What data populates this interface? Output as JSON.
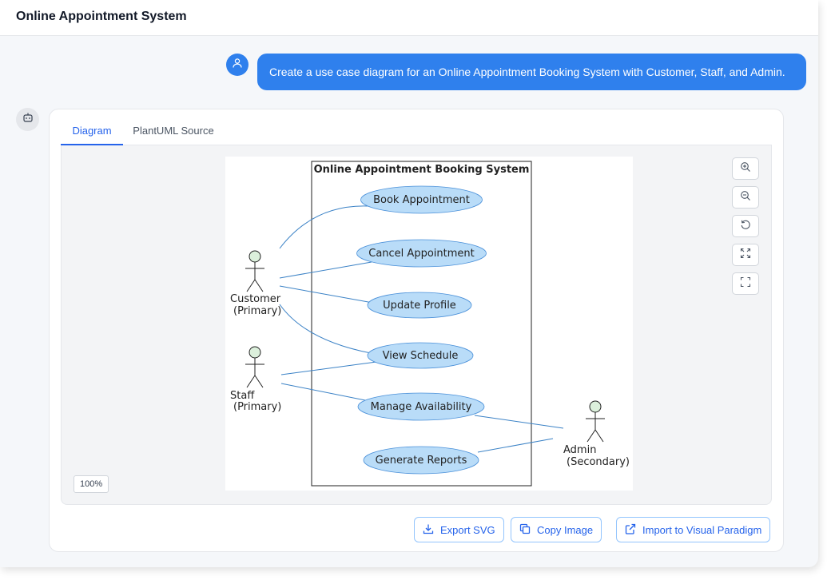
{
  "app": {
    "title": "Online Appointment System"
  },
  "user_message": {
    "text": "Create a use case diagram for an Online Appointment Booking System with Customer, Staff, and Admin."
  },
  "tabs": [
    {
      "label": "Diagram",
      "active": true
    },
    {
      "label": "PlantUML Source",
      "active": false
    }
  ],
  "diagram": {
    "system_title": "Online Appointment Booking System",
    "use_cases": [
      "Book Appointment",
      "Cancel Appointment",
      "Update Profile",
      "View Schedule",
      "Manage Availability",
      "Generate Reports"
    ],
    "actors": [
      {
        "name": "Customer",
        "role": "(Primary)"
      },
      {
        "name": "Staff",
        "role": "(Primary)"
      },
      {
        "name": "Admin",
        "role": "(Secondary)"
      }
    ],
    "colors": {
      "use_case_fill": "#b9dcf8",
      "use_case_stroke": "#4a90d9",
      "actor_fill": "#dcf0dc",
      "line": "#3b82c6"
    }
  },
  "zoom": {
    "level": "100%"
  },
  "controls": [
    "zoom-in-icon",
    "zoom-out-icon",
    "reset-icon",
    "fit-icon",
    "fullscreen-icon"
  ],
  "actions": {
    "export_svg": "Export SVG",
    "copy_image": "Copy Image",
    "import_vp": "Import to Visual Paradigm"
  },
  "theme": {
    "accent": "#2f80ed",
    "link": "#2563eb"
  }
}
